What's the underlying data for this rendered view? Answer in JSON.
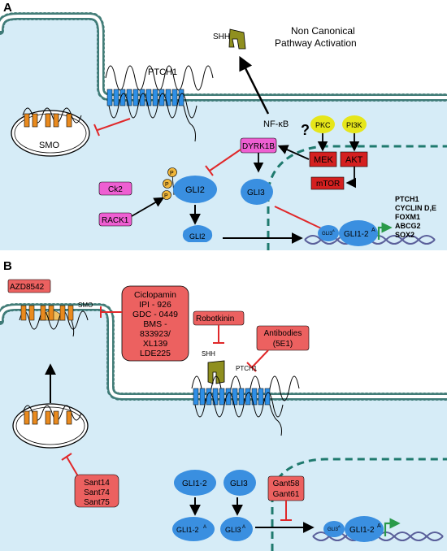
{
  "panels": {
    "a": {
      "letter": "A",
      "title_line1": "Non Canonical",
      "title_line2": "Pathway Activation",
      "shh": "SHH",
      "ptch1": "PTCH1",
      "smo": "SMO",
      "nfkb": "NF-κB",
      "question": "?",
      "pkc": "PKC",
      "pi3k": "PI3K",
      "mek": "MEK",
      "akt": "AKT",
      "mtor": "mTOR",
      "dyrk1b": "DYRK1B",
      "ck2": "Ck2",
      "rack1": "RACK1",
      "p": "P",
      "gli2": "GLI2",
      "gli2_lower": "GLI2",
      "gli3": "GLI3",
      "gli3a": "GLI3",
      "gli3a_sup": "A",
      "gli12a": "GLI1-2",
      "gli12a_sup": "A",
      "targets": [
        "PTCH1",
        "CYCLIN D,E",
        "FOXM1",
        "ABCG2",
        "SOX2"
      ]
    },
    "b": {
      "letter": "B",
      "azd": "AZD8542",
      "smo": "SMO",
      "smo_inhibitors": [
        "Ciclopamin",
        "IPI - 926",
        "GDC - 0449",
        "BMS -",
        "833923/",
        "XL139",
        "LDE225"
      ],
      "robotkinin": "Robotkinin",
      "antibodies_line1": "Antibodies",
      "antibodies_line2": "(5E1)",
      "shh": "SHH",
      "ptch1": "PTCH1",
      "sant": [
        "Sant14",
        "Sant74",
        "Sant75"
      ],
      "gli12": "GLI1-2",
      "gli3": "GLI3",
      "gli12a": "GLI1-2",
      "gli12a_sup": "A",
      "gli3a": "GLI3",
      "gli3a_sup": "A",
      "gant_line1": "Gant58",
      "gant_line2": "Gant61",
      "nuc_gli3a": "GLI3",
      "nuc_gli3a_sup": "A",
      "nuc_gli12a": "GLI1-2",
      "nuc_gli12a_sup": "A"
    }
  },
  "colors": {
    "cytoplasm": "#d6ecf7",
    "membrane": "#4aa39a",
    "nucleus_border": "#1f7a6e",
    "gli_blue": "#3a8fe0",
    "red_box": "#ec6160",
    "pink_box": "#ee5fd2",
    "yellow": "#e6e61a",
    "smo_orange": "#e98a1e",
    "ptch_blue": "#2e8fe6",
    "shh_olive": "#8f8f1f",
    "inhibit_red": "#e0282a",
    "arrow_green": "#2a9a4a",
    "dna": "#5a5f9a"
  }
}
